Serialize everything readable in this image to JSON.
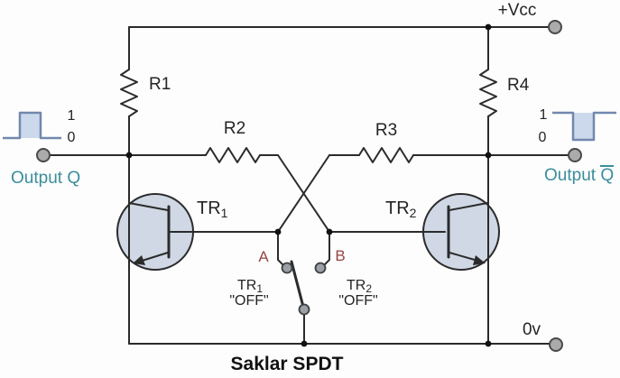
{
  "diagram": {
    "type": "bistable-multivibrator-circuit",
    "power": {
      "vcc": "+Vcc",
      "ground": "0v"
    },
    "resistors": {
      "r1": "R1",
      "r2": "R2",
      "r3": "R3",
      "r4": "R4"
    },
    "transistors": {
      "tr1": {
        "prefix": "TR",
        "sub": "1"
      },
      "tr2": {
        "prefix": "TR",
        "sub": "2"
      }
    },
    "outputs": {
      "q": {
        "label": "Output Q",
        "high": "1",
        "low": "0"
      },
      "qbar": {
        "label": "Output Q",
        "overline": true,
        "high": "1",
        "low": "0"
      }
    },
    "switch": {
      "contact_a": "A",
      "contact_b": "B",
      "tr1_state": {
        "prefix": "TR",
        "sub": "1",
        "state": "\"OFF\""
      },
      "tr2_state": {
        "prefix": "TR",
        "sub": "2",
        "state": "\"OFF\""
      },
      "caption": "Saklar SPDT"
    },
    "colors": {
      "wire": "#2b2b2b",
      "transistor_fill": "#cfd8e4",
      "waveform_stroke": "#7288ad",
      "waveform_fill": "#ccd9ec",
      "output_label": "#3a8d9c",
      "contact_label": "#994444"
    }
  }
}
